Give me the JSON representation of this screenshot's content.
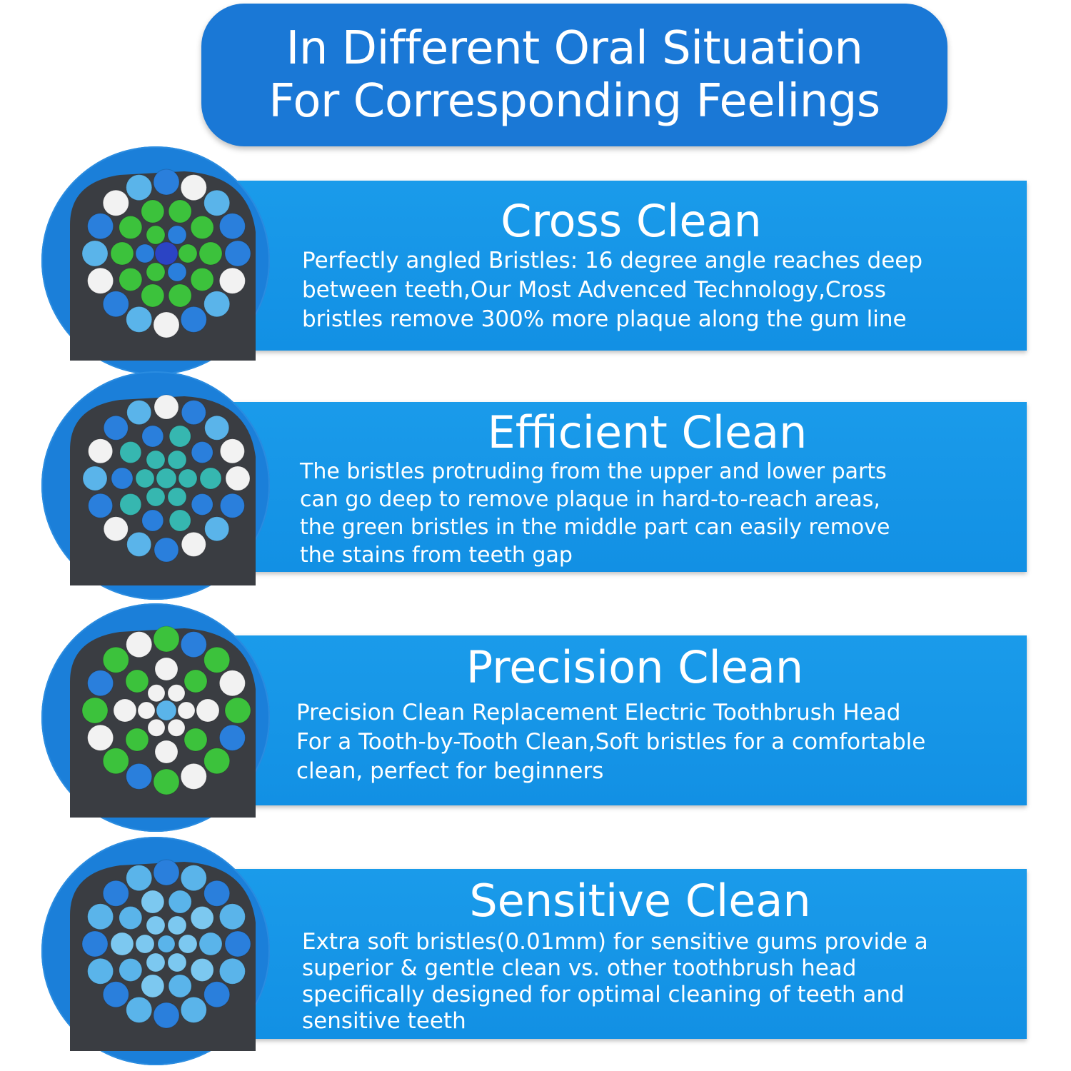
{
  "header": {
    "line1": "In Different Oral Situation",
    "line2": "For Corresponding Feelings"
  },
  "features": [
    {
      "title": "Cross Clean",
      "description": "Perfectly angled Bristles: 16 degree angle reaches deep\nbetween teeth,Our Most Advenced Technology,Cross\nbristles remove 300% more plaque along the gum line"
    },
    {
      "title": "Efficient Clean",
      "description": "The bristles protruding from the upper and lower parts\ncan go deep to remove plaque in hard-to-reach areas,\nthe green bristles in the middle part can easily remove\nthe stains from teeth gap"
    },
    {
      "title": "Precision Clean",
      "description": "Precision Clean Replacement Electric Toothbrush Head\nFor a Tooth-by-Tooth Clean,Soft bristles for a comfortable\nclean, perfect for beginners"
    },
    {
      "title": "Sensitive Clean",
      "description": "Extra soft bristles(0.01mm) for sensitive gums provide a\nsuperior & gentle clean vs. other toothbrush head\nspecifically designed for optimal cleaning of teeth and\nsensitive teeth"
    }
  ],
  "colors": {
    "header_bg": "#1a78d6",
    "panel_bg": "#1a9bea",
    "circle_bg": "#1b7fd9",
    "brush_head": "#3a3d42",
    "bristle_blue": "#2a7fdc",
    "bristle_green": "#3cc23c",
    "bristle_white": "#f2f2f2",
    "bristle_teal": "#36b7b0",
    "bristle_lightblue": "#5ab4ea"
  },
  "icons": [
    "cross-clean-brush-head-icon",
    "efficient-clean-brush-head-icon",
    "precision-clean-brush-head-icon",
    "sensitive-clean-brush-head-icon"
  ]
}
